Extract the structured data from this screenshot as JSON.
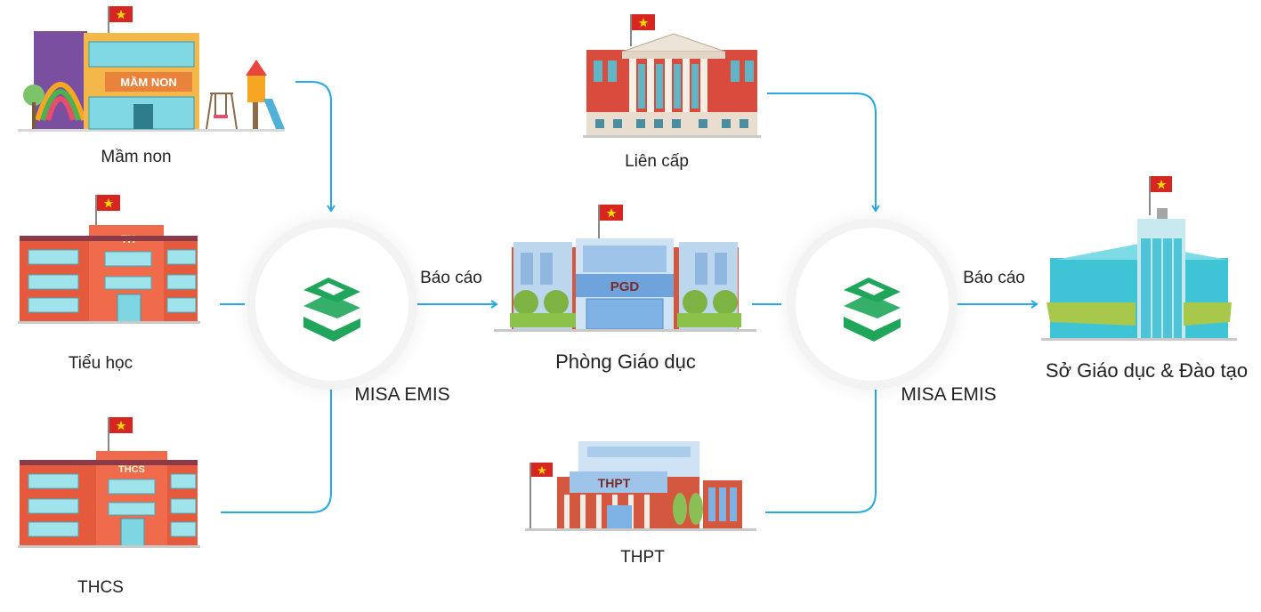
{
  "colors": {
    "connector": "#29a9e6",
    "logo": "#1fa65a",
    "flag_red": "#d7261f",
    "flag_star": "#ffd600"
  },
  "sources_left": [
    {
      "id": "mam-non",
      "label": "Mầm non",
      "sign": "MẦM NON"
    },
    {
      "id": "tieu-hoc",
      "label": "Tiểu học",
      "sign": "TH"
    },
    {
      "id": "thcs",
      "label": "THCS",
      "sign": "THCS"
    }
  ],
  "sources_right": [
    {
      "id": "lien-cap",
      "label": "Liên cấp"
    },
    {
      "id": "thpt",
      "label": "THPT",
      "sign": "THPT"
    }
  ],
  "hubs": [
    {
      "id": "hub-1",
      "label": "MISA EMIS",
      "logo_icon": "misa-emis-logo-icon"
    },
    {
      "id": "hub-2",
      "label": "MISA EMIS",
      "logo_icon": "misa-emis-logo-icon"
    }
  ],
  "edge_labels": [
    "Báo cáo",
    "Báo cáo"
  ],
  "pgd": {
    "label": "Phòng Giáo dục",
    "sign": "PGD"
  },
  "so": {
    "label": "Sở Giáo dục & Đào tạo"
  }
}
